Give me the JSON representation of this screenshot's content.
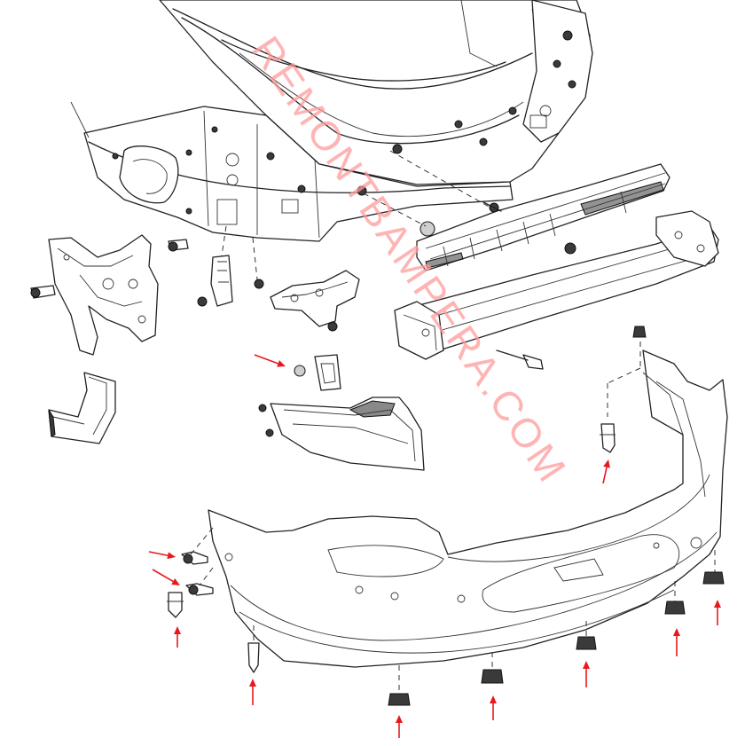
{
  "watermark": {
    "text": "REMONTBAMPERA.COM",
    "color": "#ff9b9b"
  },
  "colors": {
    "arrow": "#e8191d",
    "line": "#222222",
    "background": "#ffffff"
  },
  "callout_arrows": [
    {
      "id": "taillight-clip",
      "direction": "right"
    },
    {
      "id": "left-upper-bolt",
      "direction": "right"
    },
    {
      "id": "left-lower-bolt",
      "direction": "right"
    },
    {
      "id": "left-side-screw",
      "direction": "up"
    },
    {
      "id": "left-bottom-screw",
      "direction": "up"
    },
    {
      "id": "bottom-clip-1",
      "direction": "up"
    },
    {
      "id": "bottom-clip-2",
      "direction": "up"
    },
    {
      "id": "bottom-clip-3",
      "direction": "up"
    },
    {
      "id": "bottom-clip-4",
      "direction": "up"
    },
    {
      "id": "bottom-clip-5",
      "direction": "up"
    },
    {
      "id": "right-side-screw",
      "direction": "up"
    }
  ]
}
